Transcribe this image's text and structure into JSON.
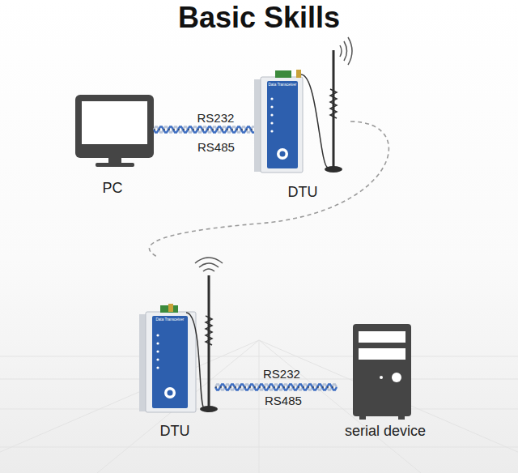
{
  "diagram": {
    "title": "Basic Skills",
    "nodes": [
      {
        "text": [
          "PC"
        ]
      },
      {
        "text": [
          "DTU"
        ]
      },
      {
        "text": [
          "DTU"
        ]
      },
      {
        "text": [
          "serial device"
        ]
      }
    ],
    "edges": [
      {
        "from": 0,
        "to": 1,
        "arrow": "none",
        "label": "RS232"
      },
      {
        "from": 1,
        "to": 2,
        "arrow": "none"
      },
      {
        "from": 2,
        "to": 3,
        "arrow": "none",
        "label": "RS232"
      }
    ],
    "labels": [
      "Data Transceiver",
      "Data Transceiver",
      "RS485",
      "RS485"
    ]
  }
}
